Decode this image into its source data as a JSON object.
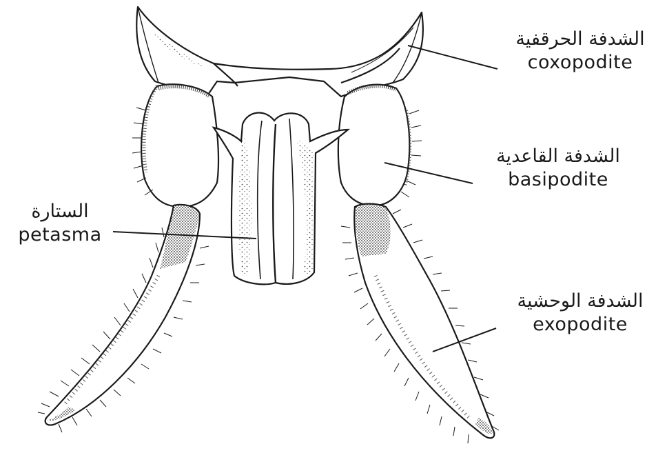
{
  "labels": {
    "coxopodite": {
      "arabic": "الشدفة الحرقفية",
      "english": "coxopodite"
    },
    "basipodite": {
      "arabic": "الشدفة القاعدية",
      "english": "basipodite"
    },
    "petasma": {
      "arabic": "الستارة",
      "english": "petasma"
    },
    "exopodite": {
      "arabic": "الشدفة الوحشية",
      "english": "exopodite"
    }
  },
  "colors": {
    "ink": "#1a1a1a",
    "shade": "#555555",
    "paper": "#ffffff"
  }
}
